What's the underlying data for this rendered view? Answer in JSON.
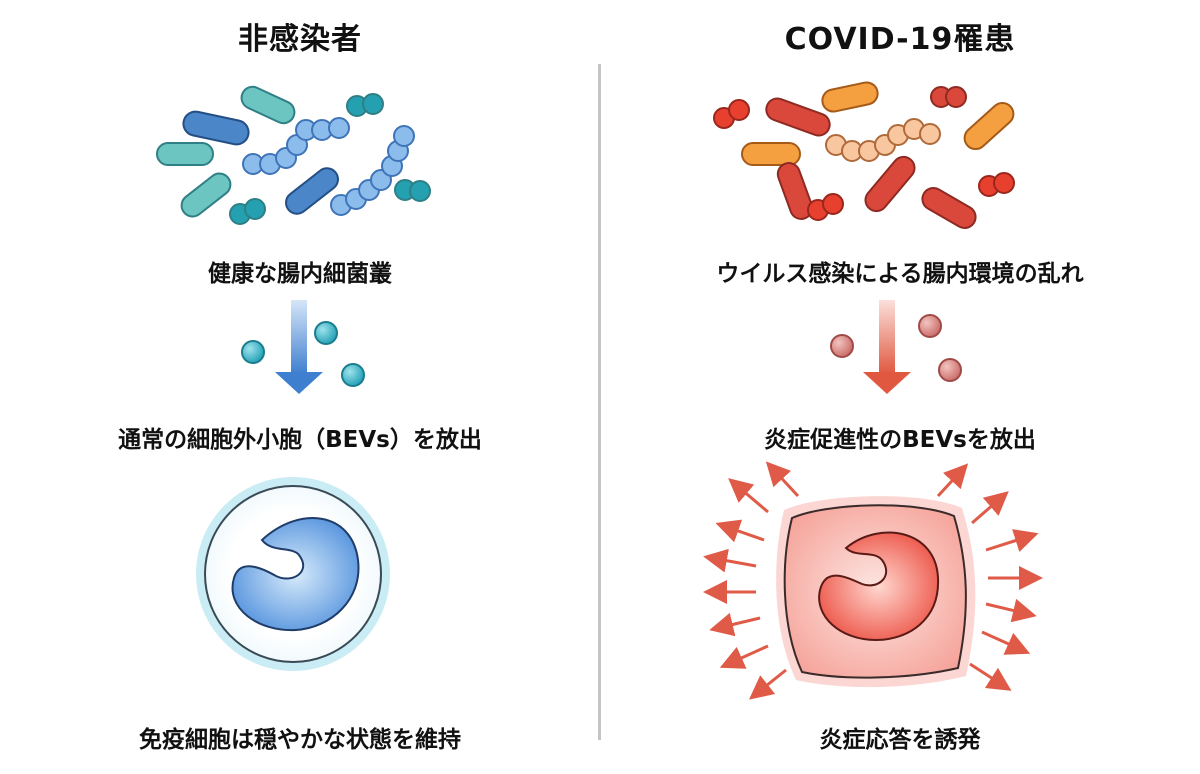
{
  "left": {
    "title": "非感染者",
    "microbiome_label": "健康な腸内細菌叢",
    "release_label": "通常の細胞外小胞（BEVs）を放出",
    "immune_label": "免疫細胞は穏やかな状態を維持"
  },
  "right": {
    "title": "COVID-19罹患",
    "microbiome_label": "ウイルス感染による腸内環境の乱れ",
    "release_label": "炎症促進性のBEVsを放出",
    "immune_label": "炎症応答を誘発"
  },
  "colors": {
    "healthy_teal": "#6cc5c0",
    "healthy_blue": "#4a86c8",
    "healthy_light_blue": "#8cbcec",
    "disease_red": "#d9483b",
    "disease_orange": "#f5a040",
    "disease_peach": "#f8c7a0",
    "divider": "#c4c4c4"
  }
}
